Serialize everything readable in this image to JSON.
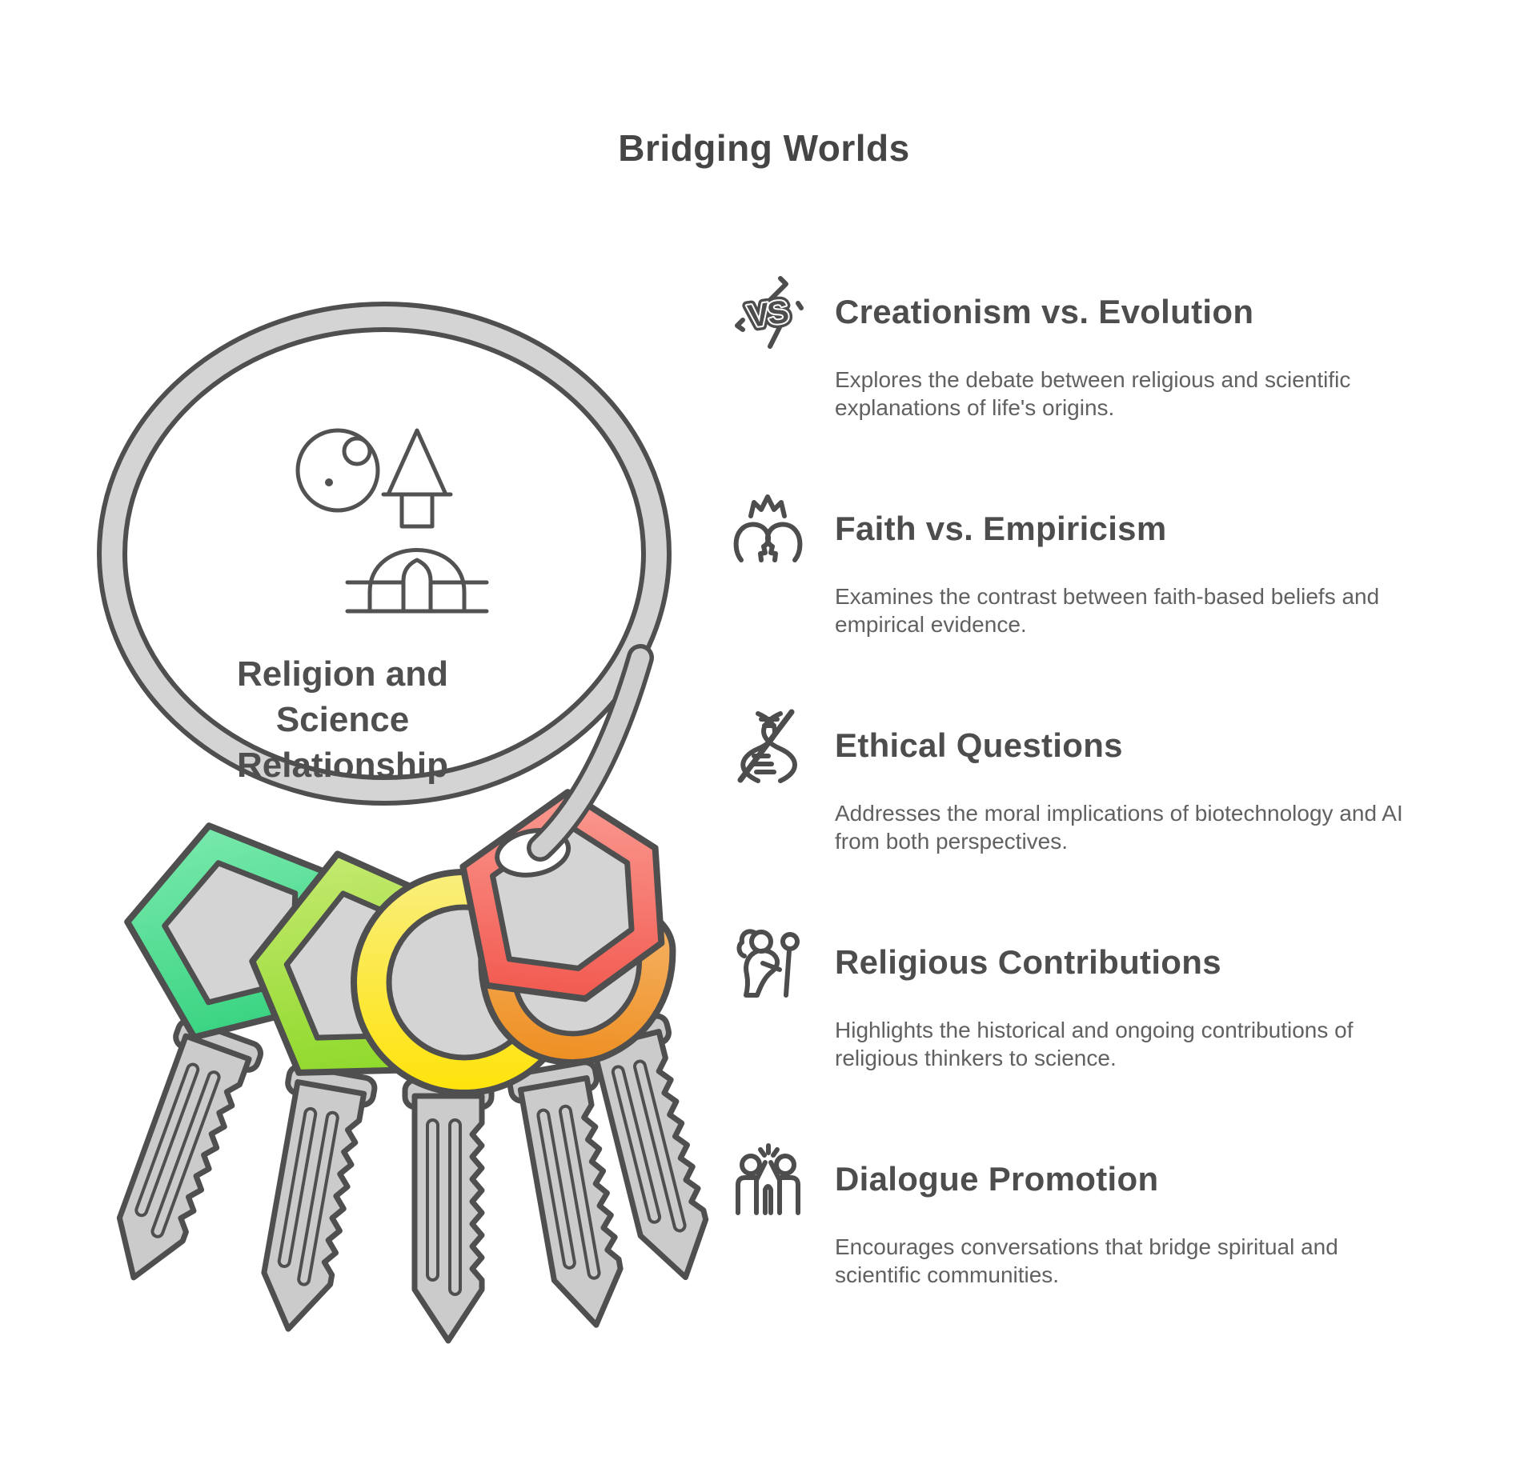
{
  "title": "Bridging Worlds",
  "keyring": {
    "label_line1": "Religion and",
    "label_line2": "Science",
    "label_line3": "Relationship",
    "icons": [
      "moon-icon",
      "church-icon",
      "key-ring",
      "keys"
    ],
    "key_colors": [
      "#4bdb8e",
      "#9fdd3a",
      "#ffe30a",
      "#f0a045",
      "#f66e63"
    ],
    "metal_color": "#cccccc",
    "outline_color": "#4f4f4f"
  },
  "items": [
    {
      "icon": "vs-lightning-icon",
      "icon_text": "VS",
      "title": "Creationism vs. Evolution",
      "description": "Explores the debate between religious and scientific explanations of life's origins."
    },
    {
      "icon": "debate-people-icon",
      "title": "Faith vs. Empiricism",
      "description": "Examines the contrast between faith-based beliefs and empirical evidence."
    },
    {
      "icon": "dna-crossed-icon",
      "title": "Ethical Questions",
      "description": "Addresses the moral implications of biotechnology and AI from both perspectives."
    },
    {
      "icon": "person-staff-icon",
      "title": "Religious Contributions",
      "description": "Highlights the historical and ongoing contributions of religious thinkers to science."
    },
    {
      "icon": "high-five-icon",
      "title": "Dialogue Promotion",
      "description": "Encourages conversations that bridge spiritual and scientific communities."
    }
  ],
  "colors": {
    "title_text": "#454545",
    "heading_text": "#4d4d4d",
    "body_text": "#616161",
    "line_art": "#4f4f4f"
  }
}
